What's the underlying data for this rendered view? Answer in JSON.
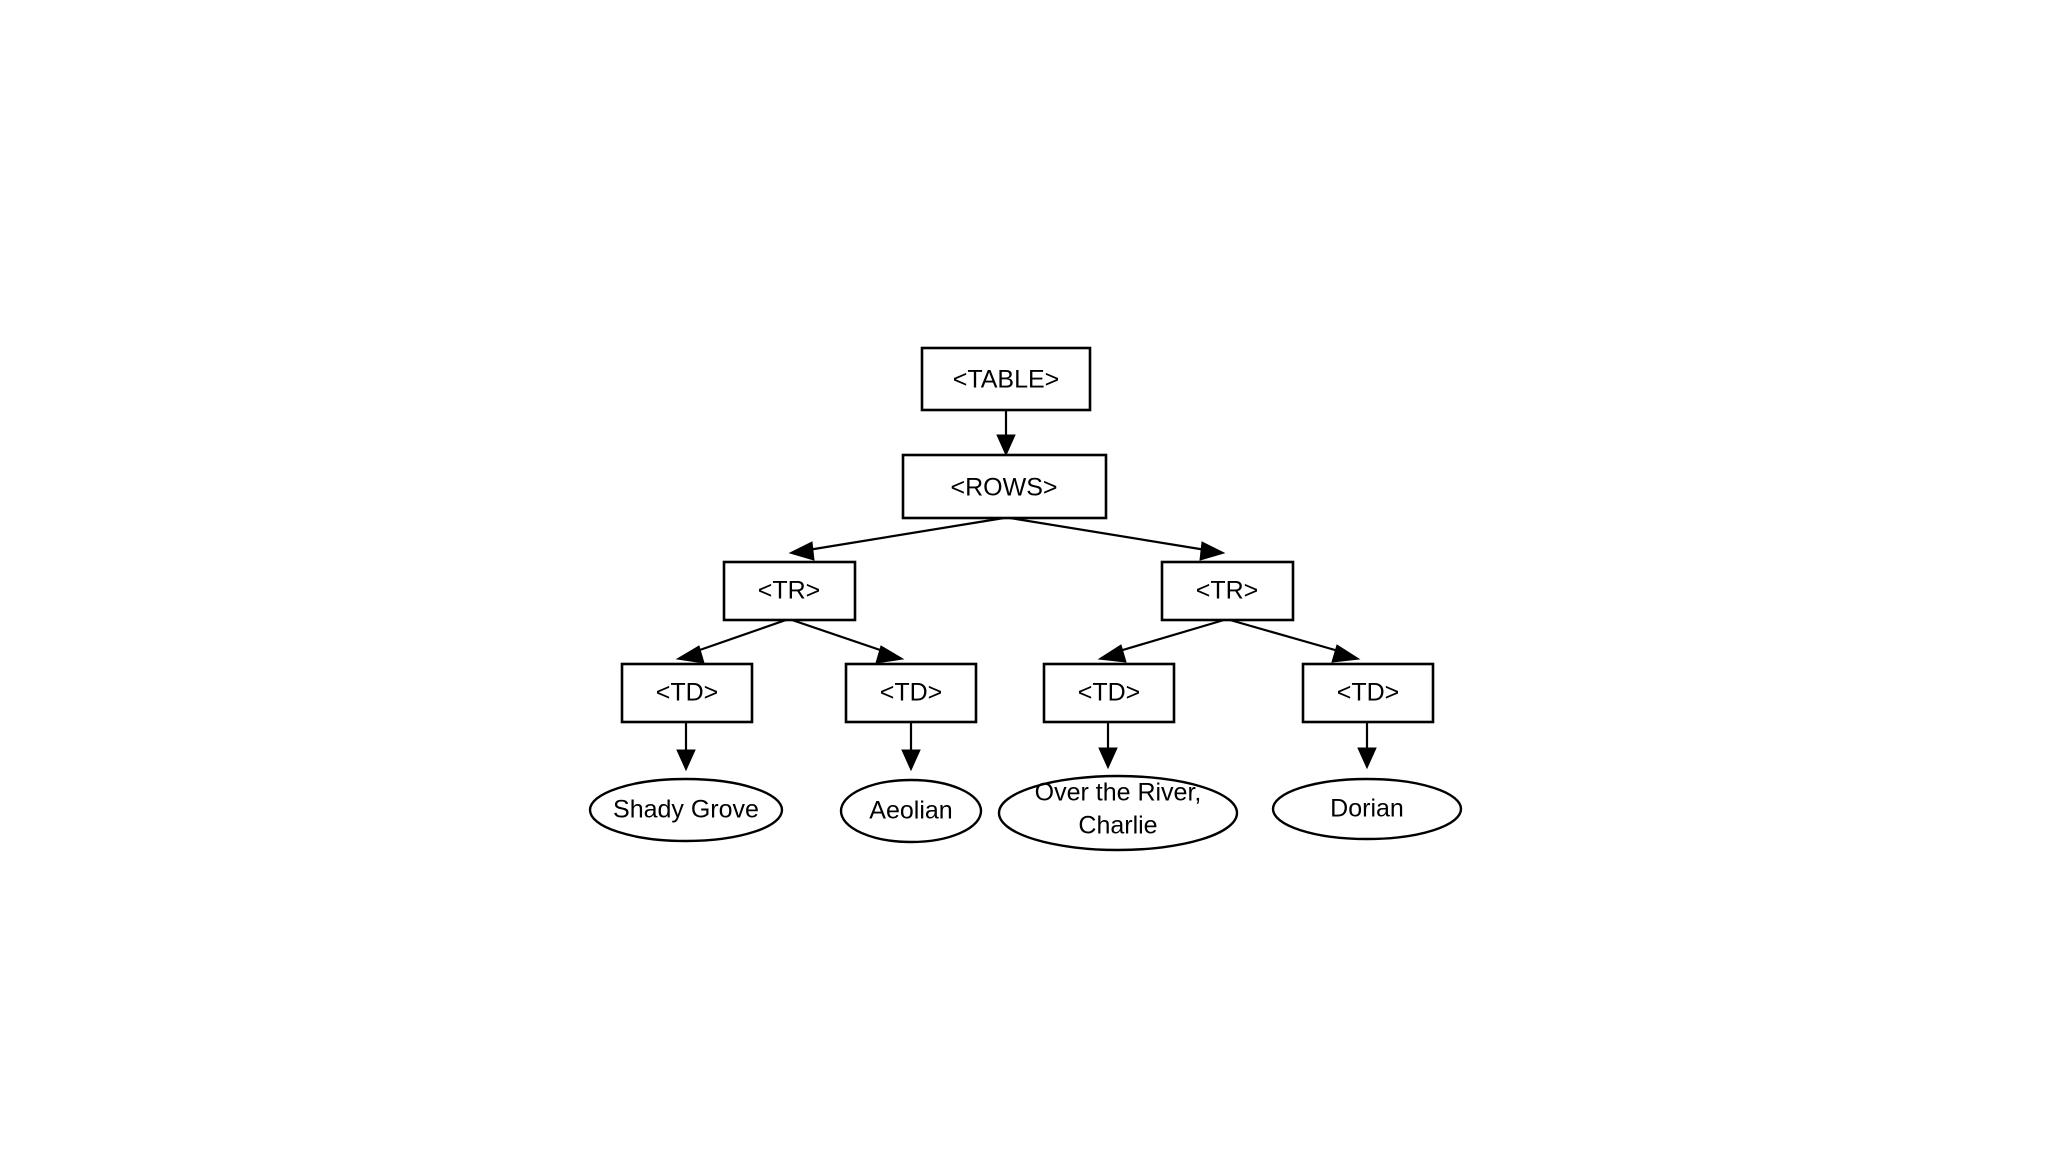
{
  "diagram": {
    "type": "tree",
    "title": "",
    "background_color": "#ffffff",
    "stroke_color": "#000000",
    "nodes": {
      "root": {
        "label": "<TABLE>",
        "shape": "rect"
      },
      "rows": {
        "label": "<ROWS>",
        "shape": "rect"
      },
      "tr1": {
        "label": "<TR>",
        "shape": "rect"
      },
      "tr2": {
        "label": "<TR>",
        "shape": "rect"
      },
      "td1": {
        "label": "<TD>",
        "shape": "rect"
      },
      "td2": {
        "label": "<TD>",
        "shape": "rect"
      },
      "td3": {
        "label": "<TD>",
        "shape": "rect"
      },
      "td4": {
        "label": "<TD>",
        "shape": "rect"
      },
      "leaf1": {
        "label": "Shady Grove",
        "shape": "ellipse"
      },
      "leaf2": {
        "label": "Aeolian",
        "shape": "ellipse"
      },
      "leaf3": {
        "label_line1": "Over the River,",
        "label_line2": "Charlie",
        "shape": "ellipse"
      },
      "leaf4": {
        "label": "Dorian",
        "shape": "ellipse"
      }
    }
  }
}
